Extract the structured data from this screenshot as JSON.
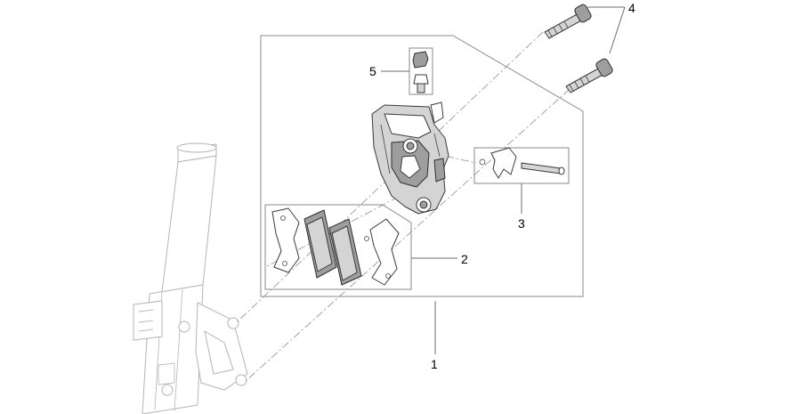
{
  "callouts": [
    {
      "id": "1",
      "label": "1"
    },
    {
      "id": "2",
      "label": "2"
    },
    {
      "id": "3",
      "label": "3"
    },
    {
      "id": "4",
      "label": "4"
    },
    {
      "id": "5",
      "label": "5"
    }
  ],
  "parts": {
    "assembly": "front-brake-caliper-assembly",
    "pads": "brake-pads-kit",
    "pin": "pad-pin-and-spring-kit",
    "bolts": "caliper-fixing-bolts",
    "bleeder": "bleeder-valve-with-cap",
    "fork": "front-fork-leg"
  }
}
